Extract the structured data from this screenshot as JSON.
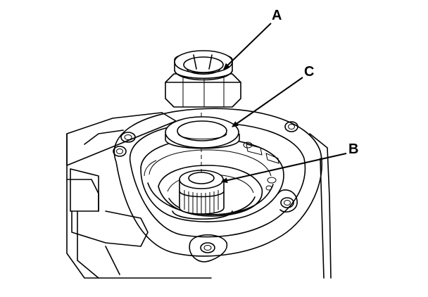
{
  "callouts": {
    "a": {
      "label": "A",
      "part": "lock-nut"
    },
    "b": {
      "label": "B",
      "part": "shaft-spline"
    },
    "c": {
      "label": "C",
      "part": "washer"
    }
  },
  "colors": {
    "ink": "#000000",
    "paper": "#ffffff"
  }
}
